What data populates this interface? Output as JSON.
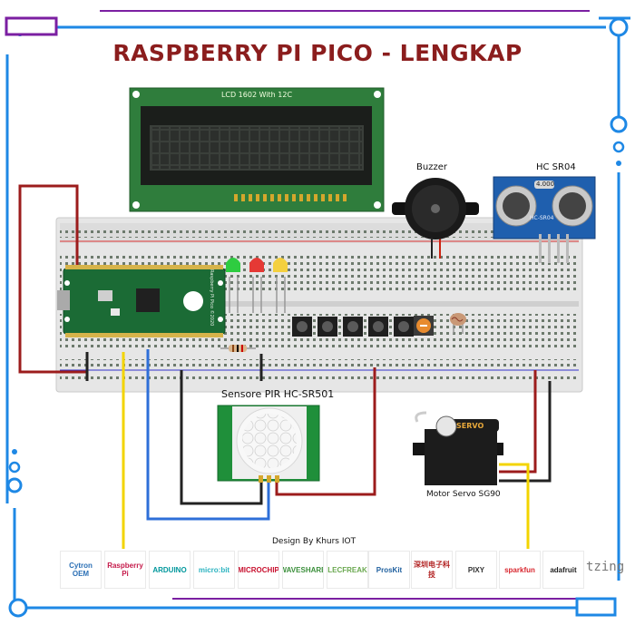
{
  "title": "RASPBERRY PI PICO - LENGKAP",
  "components": {
    "lcd": "LCD 1602 With 12C",
    "buzzer": "Buzzer",
    "ultrasonic": "HC SR04",
    "ultrasonic_display": "4.000",
    "ultrasonic_model": "HC-SR04",
    "pir": "Sensore PIR HC-SR501",
    "servo": "Motor Servo SG90",
    "servo_text": "SERVO",
    "pico_text": "Raspberry Pi Pico ©2020"
  },
  "credit": "Design By Khurs IOT",
  "sponsors": [
    {
      "name": "Cytron OEM",
      "color": "#2a6fb5"
    },
    {
      "name": "Raspberry Pi",
      "color": "#c51a4a"
    },
    {
      "name": "ARDUINO",
      "color": "#00979c"
    },
    {
      "name": "micro:bit",
      "color": "#2bb3c0"
    },
    {
      "name": "MICROCHIP",
      "color": "#c8102e"
    },
    {
      "name": "WAVESHARE",
      "color": "#3b8f3b"
    },
    {
      "name": "ELECFREAKS",
      "color": "#6aa84f"
    },
    {
      "name": "ProsKit",
      "color": "#1e5f9e"
    },
    {
      "name": "深圳电子科技",
      "color": "#b22222"
    },
    {
      "name": "PIXY",
      "color": "#333333"
    },
    {
      "name": "sparkfun",
      "color": "#d8262e"
    },
    {
      "name": "adafruit",
      "color": "#222222"
    }
  ],
  "watermark": "tzing",
  "colors": {
    "title": "#8b1d1d",
    "frame_blue": "#1e88e5",
    "frame_purple": "#7b1fa2",
    "pcb_green": "#1b6b35",
    "lcd_green": "#2f7d3c",
    "wire_red": "#9c1c1c",
    "wire_black": "#222222",
    "wire_yellow": "#f3d400",
    "wire_blue": "#2e6fd8"
  }
}
